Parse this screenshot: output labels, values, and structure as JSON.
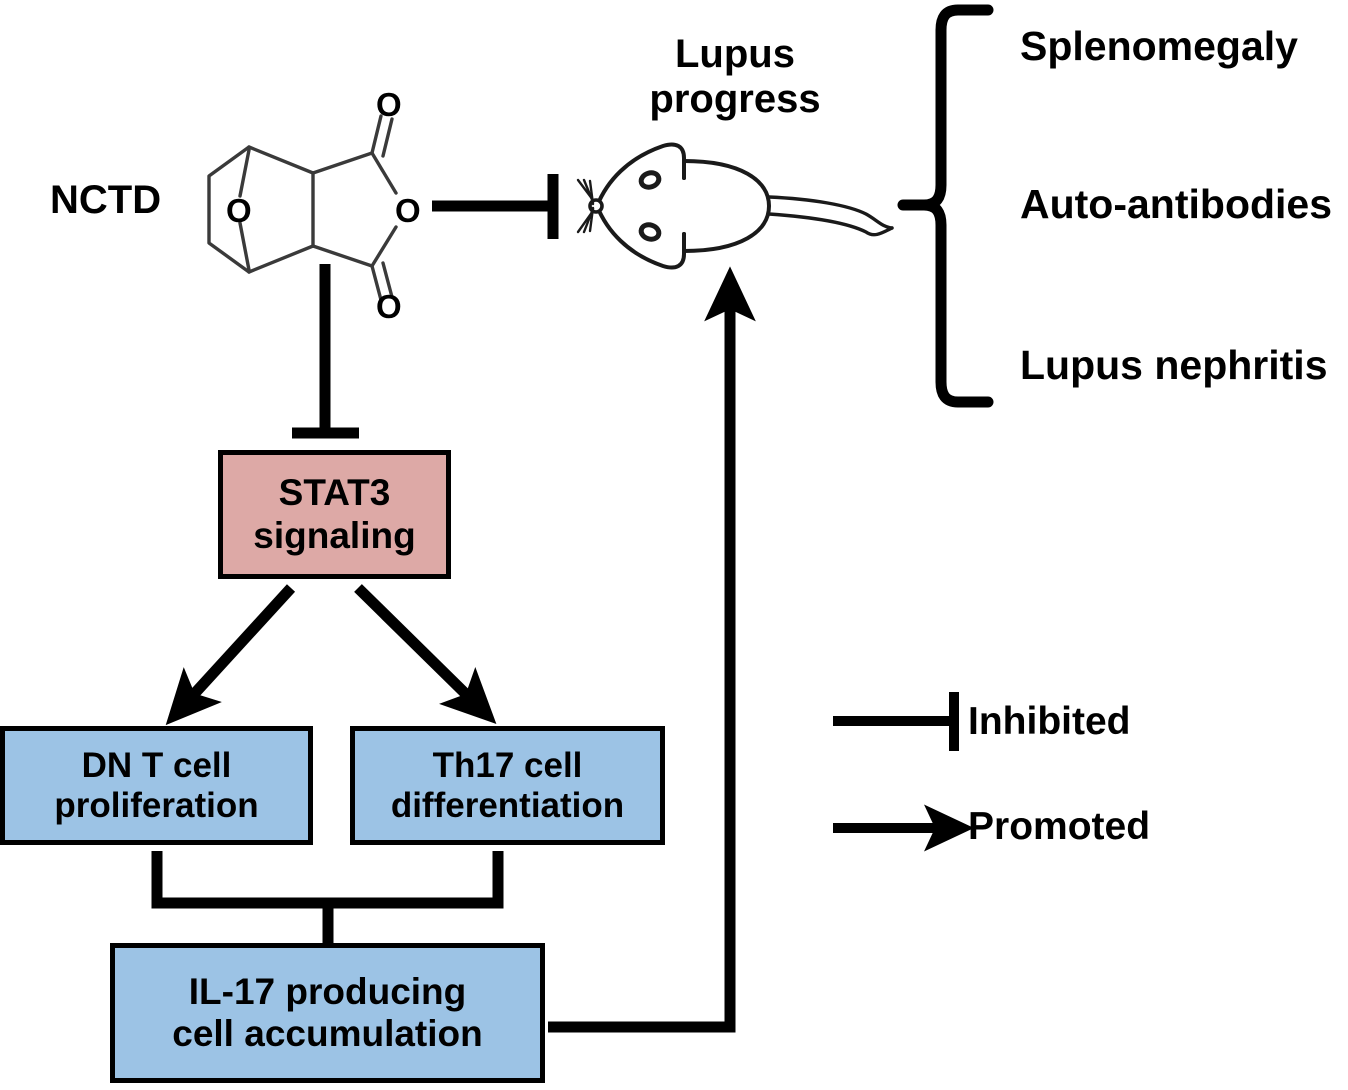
{
  "figure": {
    "type": "pathway-diagram",
    "title_text": "Lupus progress",
    "background_color": "#ffffff"
  },
  "compound": {
    "name": "NCTD",
    "structure_name": "norcantharidin",
    "atom_labels": {
      "bridge_oxygen": "O",
      "anhydride_oxygen": "O",
      "carbonyl_oxygen_top": "O",
      "carbonyl_oxygen_bottom": "O"
    }
  },
  "animal": {
    "label_line1": "Lupus",
    "label_line2": "progress",
    "icon": "mouse-icon"
  },
  "outcomes": {
    "bracket": "right-curly-brace",
    "items": [
      {
        "label": "Splenomegaly"
      },
      {
        "label": "Auto-antibodies"
      },
      {
        "label": "Lupus nephritis"
      }
    ]
  },
  "nodes": [
    {
      "id": "stat3",
      "label": "STAT3\nsignaling",
      "fill": "#dda9a6",
      "border": "#000000",
      "text_color": "#000000"
    },
    {
      "id": "dn-t-cell",
      "label": "DN  T cell\nproliferation",
      "fill": "#9cc3e5",
      "border": "#000000",
      "text_color": "#000000"
    },
    {
      "id": "th17-cell",
      "label": "Th17 cell\ndifferentiation",
      "fill": "#9cc3e5",
      "border": "#000000",
      "text_color": "#000000"
    },
    {
      "id": "il17-cells",
      "label": "IL-17 producing\ncell accumulation",
      "fill": "#9cc3e5",
      "border": "#000000",
      "text_color": "#000000"
    }
  ],
  "legend": {
    "items": [
      {
        "label": "Inhibited",
        "marker": "t-bar-line"
      },
      {
        "label": "Promoted",
        "marker": "arrow-line"
      }
    ]
  },
  "edges": [
    {
      "from": "NCTD",
      "to": "mouse",
      "kind": "inhibited"
    },
    {
      "from": "NCTD",
      "to": "stat3",
      "kind": "inhibited"
    },
    {
      "from": "stat3",
      "to": "dn-t-cell",
      "kind": "promoted"
    },
    {
      "from": "stat3",
      "to": "th17-cell",
      "kind": "promoted"
    },
    {
      "from": "dn-t-cell",
      "to": "il17-cells",
      "kind": "plain"
    },
    {
      "from": "th17-cell",
      "to": "il17-cells",
      "kind": "plain"
    },
    {
      "from": "il17-cells",
      "to": "mouse",
      "kind": "promoted"
    }
  ]
}
